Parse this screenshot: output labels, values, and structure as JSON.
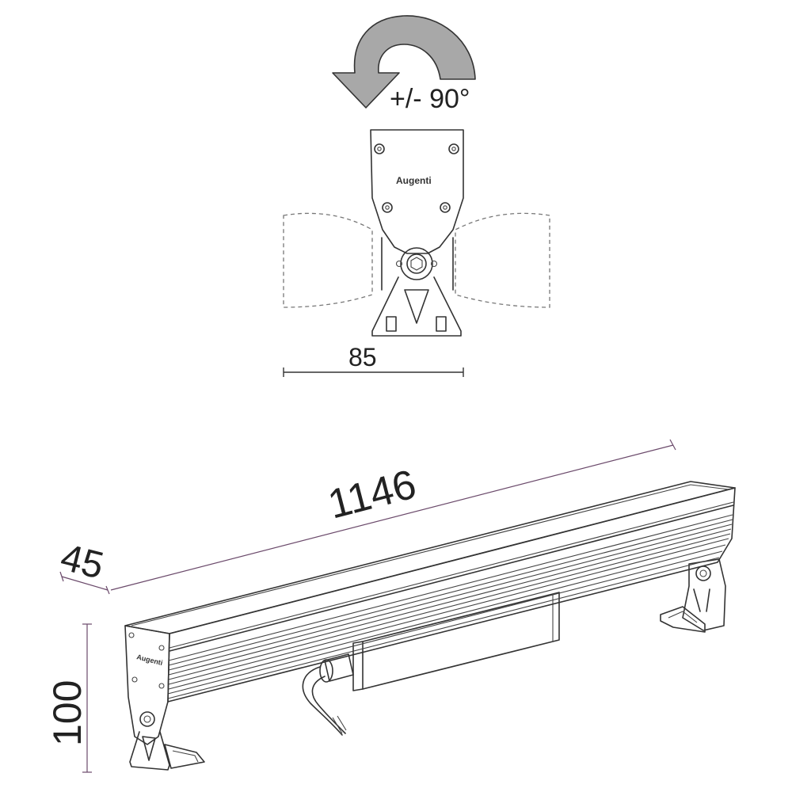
{
  "colors": {
    "line": "#333333",
    "arrow_fill": "#a8a8a8",
    "dim_accent": "#6b4a6b",
    "background": "#ffffff"
  },
  "labels": {
    "rotation": "+/- 90°",
    "width": "85",
    "length": "1146",
    "depth": "45",
    "height": "100",
    "brand_top": "Augenti",
    "brand_side": "Augenti"
  }
}
